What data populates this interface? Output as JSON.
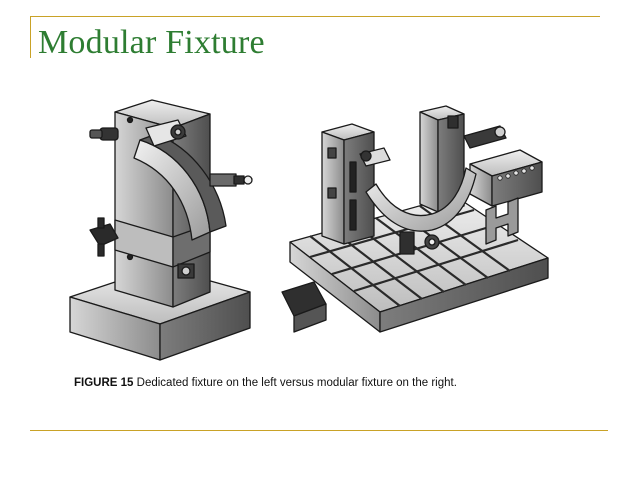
{
  "slide": {
    "title": "Modular Fixture",
    "caption": {
      "label": "FIGURE 15",
      "text": "Dedicated fixture on the left versus modular fixture on the right."
    }
  },
  "colors": {
    "accent_rule": "#c9a227",
    "title": "#2e7d32"
  },
  "figure": {
    "items": [
      "dedicated-fixture-illustration",
      "modular-fixture-illustration"
    ]
  }
}
